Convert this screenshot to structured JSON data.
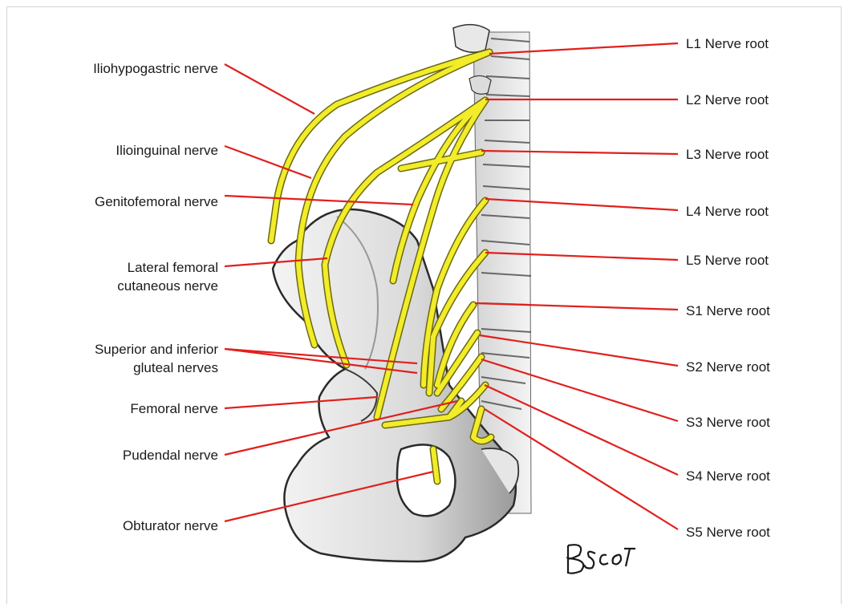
{
  "colors": {
    "leader": "#e0201e",
    "nerve": "#f2ec2a",
    "nerve_outline": "#6b6a10",
    "bone": "#e8e8e8",
    "bone_shade": "#6e6e6e"
  },
  "left_labels": [
    {
      "id": "iliohypogastric",
      "lines": [
        "Iliohypogastric nerve"
      ]
    },
    {
      "id": "ilioinguinal",
      "lines": [
        "Ilioinguinal nerve"
      ]
    },
    {
      "id": "genitofemoral",
      "lines": [
        "Genitofemoral nerve"
      ]
    },
    {
      "id": "lateral-femoral",
      "lines": [
        "Lateral femoral",
        "cutaneous nerve"
      ]
    },
    {
      "id": "gluteal",
      "lines": [
        "Superior and inferior",
        "gluteal nerves"
      ]
    },
    {
      "id": "femoral",
      "lines": [
        "Femoral nerve"
      ]
    },
    {
      "id": "pudendal",
      "lines": [
        "Pudendal nerve"
      ]
    },
    {
      "id": "obturator",
      "lines": [
        "Obturator nerve"
      ]
    }
  ],
  "right_labels": [
    {
      "id": "l1",
      "lines": [
        "L1 Nerve root"
      ]
    },
    {
      "id": "l2",
      "lines": [
        "L2 Nerve root"
      ]
    },
    {
      "id": "l3",
      "lines": [
        "L3 Nerve root"
      ]
    },
    {
      "id": "l4",
      "lines": [
        "L4 Nerve root"
      ]
    },
    {
      "id": "l5",
      "lines": [
        "L5 Nerve root"
      ]
    },
    {
      "id": "s1",
      "lines": [
        "S1 Nerve root"
      ]
    },
    {
      "id": "s2",
      "lines": [
        "S2 Nerve root"
      ]
    },
    {
      "id": "s3",
      "lines": [
        "S3 Nerve root"
      ]
    },
    {
      "id": "s4",
      "lines": [
        "S4 Nerve root"
      ]
    },
    {
      "id": "s5",
      "lines": [
        "S5 Nerve root"
      ]
    }
  ],
  "signature": "BScot"
}
